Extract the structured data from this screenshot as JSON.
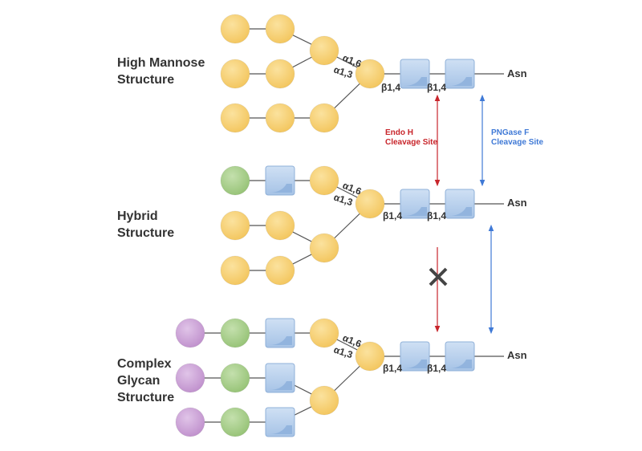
{
  "structures": [
    {
      "title_lines": [
        "High Mannose",
        "Structure"
      ],
      "anchor": "Asn"
    },
    {
      "title_lines": [
        "Hybrid",
        "Structure"
      ],
      "anchor": "Asn"
    },
    {
      "title_lines": [
        "Complex",
        "Glycan",
        "Structure"
      ],
      "anchor": "Asn"
    }
  ],
  "linkages": {
    "alpha16": "α1,6",
    "alpha13": "α1,3",
    "beta14": "β1,4"
  },
  "cleavage": {
    "endo_h": {
      "lines": [
        "Endo H",
        "Cleavage Site"
      ],
      "color": "#c8252b"
    },
    "pngase_f": {
      "lines": [
        "PNGase F",
        "Cleavage Site"
      ],
      "color": "#3f79d6"
    }
  },
  "colors": {
    "mannose": "#f7cf6e",
    "glcnac": "#b3cdeb",
    "galactose": "#a8cf8a",
    "sialic_acid": "#cfa6d8",
    "cross": "#444444",
    "text": "#333333"
  }
}
